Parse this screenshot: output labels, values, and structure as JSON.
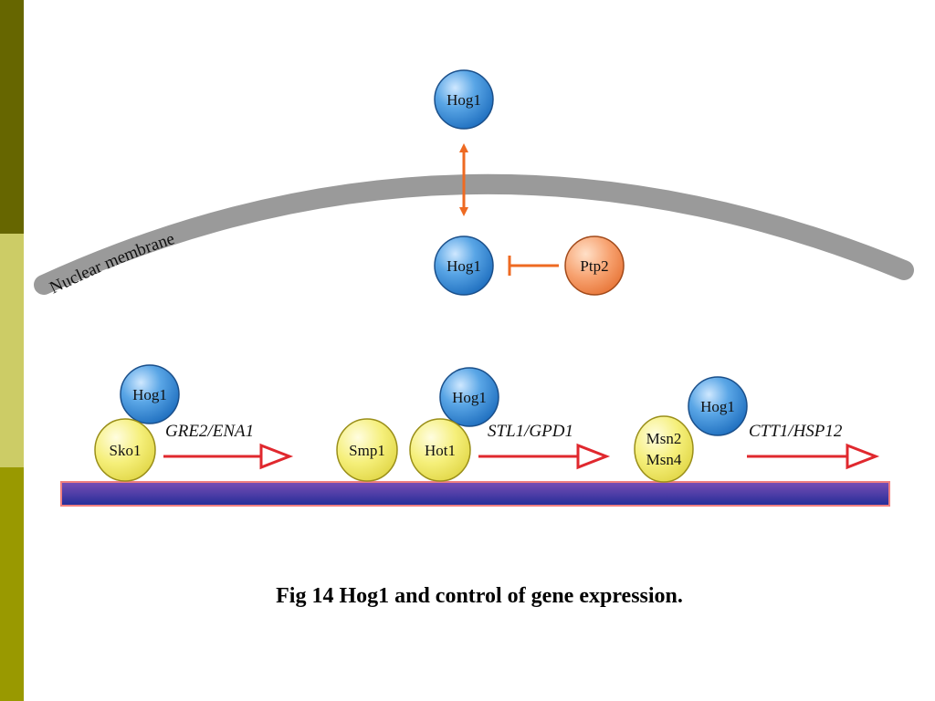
{
  "membrane": {
    "label": "Nuclear membrane"
  },
  "cytoplasm": {
    "hog1": "Hog1"
  },
  "nucleus": {
    "hog1": "Hog1",
    "ptp2": "Ptp2"
  },
  "promoters": [
    {
      "factors": [
        "Sko1"
      ],
      "bound": "Hog1",
      "gene": "GRE2/ENA1"
    },
    {
      "factors": [
        "Smp1",
        "Hot1"
      ],
      "bound": "Hog1",
      "gene": "STL1/GPD1"
    },
    {
      "factors": [
        "Msn2",
        "Msn4"
      ],
      "bound": "Hog1",
      "gene": "CTT1/HSP12"
    }
  ],
  "caption": "Fig 14 Hog1 and control of gene expression.",
  "colors": {
    "hog1": "#3f8fd6",
    "ptp2": "#f08a50",
    "factor": "#f2ec70",
    "shuttle_arrow": "#ee6a22",
    "gene_arrow": "#e0282e",
    "dna_top": "#6b40a8",
    "dna_bottom": "#2a2f9a",
    "membrane": "#9a9a9a",
    "slide_dark": "#666600",
    "slide_light": "#cccc66",
    "slide_olive": "#999900"
  }
}
